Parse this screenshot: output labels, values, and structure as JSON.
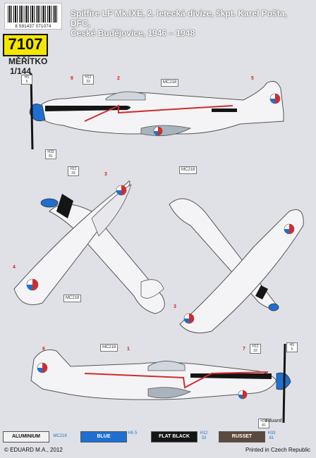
{
  "barcode_number": "8 591437 071074",
  "product_code": "7107",
  "scale_label": "MĚŘÍTKO",
  "scale_value": "1/144",
  "title_line1": "Spitfire LF Mk.IXE, 2. letecká divize, škpt. Karel Pošta, DFC,",
  "title_line2": "České Budějovice, 1946 – 1948",
  "pointers": {
    "p8_top": "8",
    "p2_top": "2",
    "p5_top": "5",
    "p3_under": "3",
    "p4_under": "4",
    "p3_over": "3",
    "p6_bottom": "6",
    "p1_bottom": "1",
    "p7_bottom": "7"
  },
  "refs": {
    "h5_a": [
      "H5",
      "5"
    ],
    "h12_a": [
      "H12",
      "33"
    ],
    "mc218_a": "MC218",
    "h33_a": [
      "H33",
      "81"
    ],
    "h12_b": [
      "H12",
      "33"
    ],
    "mc218_b": "MC218",
    "mc218_c": "MC218",
    "mc218_d": "MC218",
    "h12_c": [
      "H12",
      "33"
    ],
    "h5_b": [
      "H5",
      "5"
    ],
    "h33_b": [
      "H33",
      "81"
    ]
  },
  "legend": [
    {
      "name": "ALUMINIUM",
      "code": "MC218",
      "color": "#f2f2f2",
      "text": "#111"
    },
    {
      "name": "BLUE",
      "code": "H5 5",
      "color": "#1f6fd1",
      "text": "#fff"
    },
    {
      "name": "FLAT BLACK",
      "code": "H12 33",
      "color": "#151515",
      "text": "#fff"
    },
    {
      "name": "RUSSET",
      "code": "H33 81",
      "color": "#5b4a3f",
      "text": "#fff"
    }
  ],
  "brand": "eduard",
  "footer_left": "© EDUARD M.A., 2012",
  "footer_right": "Printed in Czech Republic",
  "colors": {
    "blue": "#1f6fd1",
    "red": "#d12c2c",
    "black": "#151515",
    "silver": "#f4f4f6",
    "yellow": "#f5e600"
  }
}
